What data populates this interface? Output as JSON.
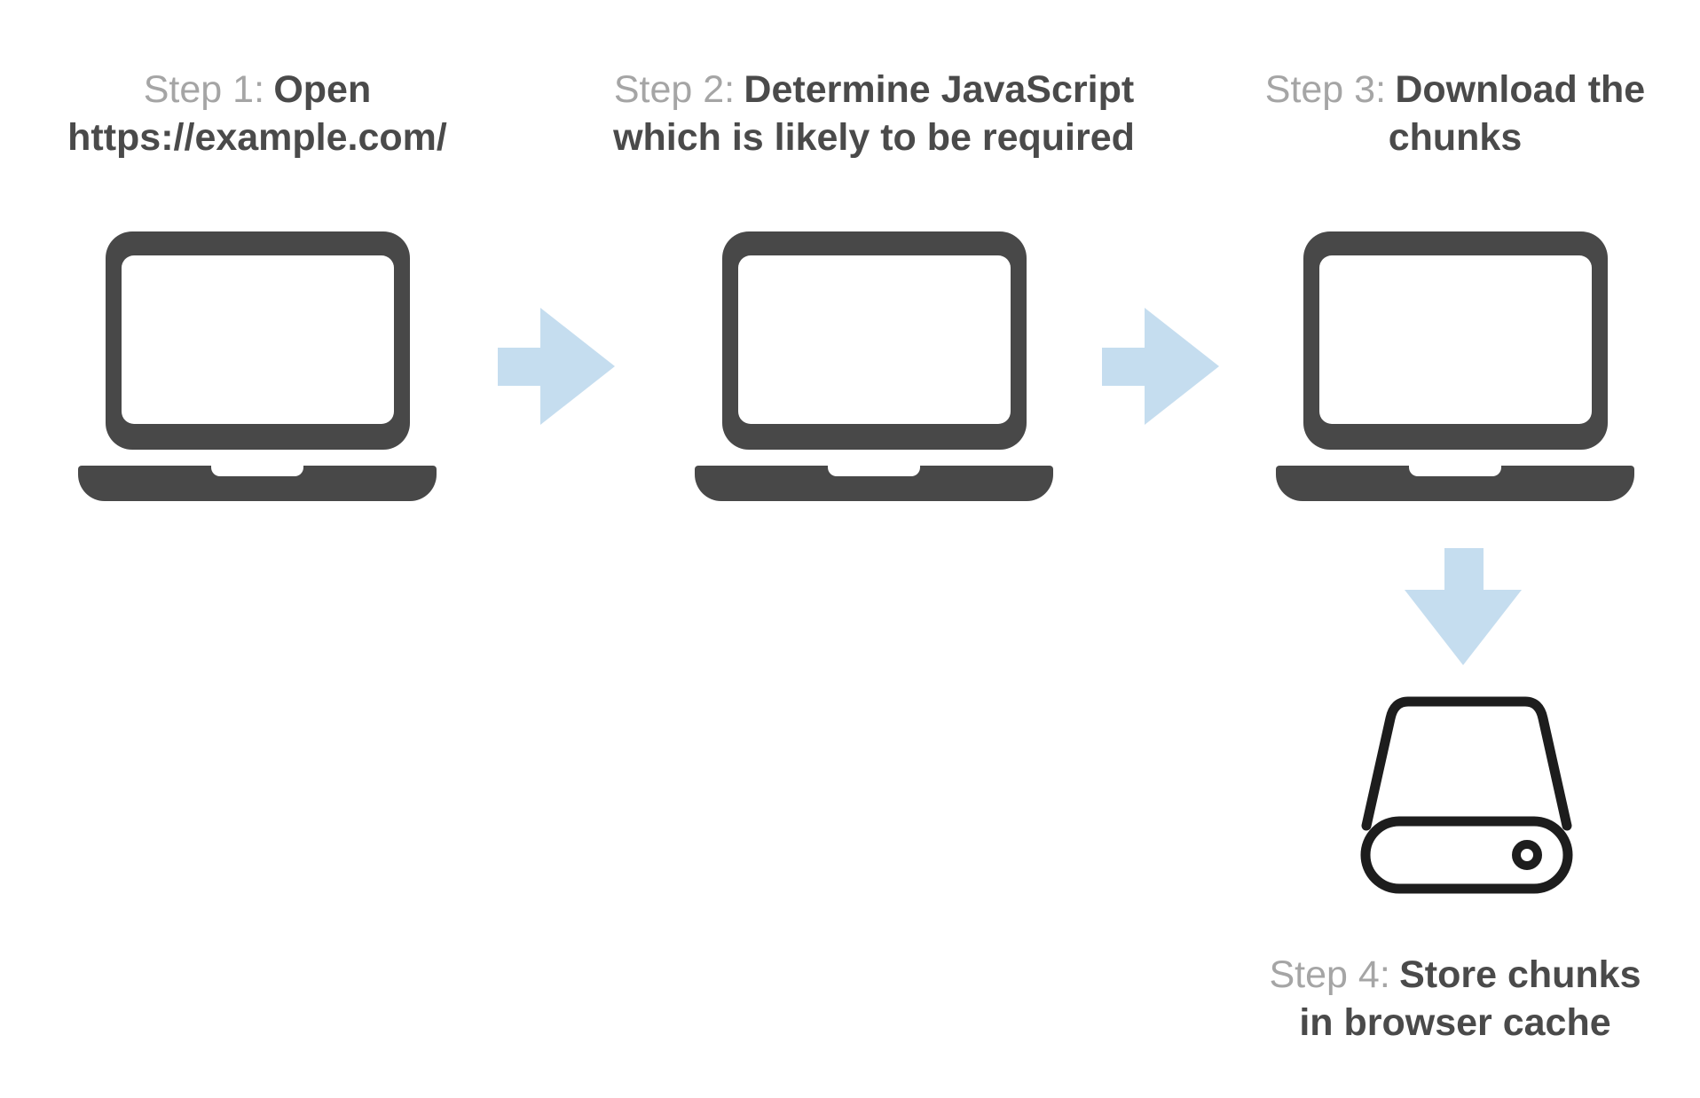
{
  "diagram": {
    "background": "#ffffff",
    "colors": {
      "laptop_fill": "#484848",
      "arrow_fill": "#c5ddef",
      "step_label_gray": "#a5a5a5",
      "step_title_dark": "#4a4a4a",
      "drive_outline": "#1d1d1d"
    },
    "steps": [
      {
        "label": "Step 1:",
        "title_line1": "Open",
        "title_line2": "https://example.com/",
        "icon": "laptop-icon"
      },
      {
        "label": "Step 2:",
        "title_line1": "Determine JavaScript",
        "title_line2": "which is likely to be required",
        "icon": "laptop-icon"
      },
      {
        "label": "Step 3:",
        "title_line1": "Download the",
        "title_line2": "chunks",
        "icon": "laptop-icon"
      },
      {
        "label": "Step 4:",
        "title_line1": "Store chunks",
        "title_line2": "in browser cache",
        "icon": "hard-drive-icon"
      }
    ],
    "connectors": [
      {
        "from": "step-1",
        "to": "step-2",
        "direction": "right"
      },
      {
        "from": "step-2",
        "to": "step-3",
        "direction": "right"
      },
      {
        "from": "step-3",
        "to": "step-4",
        "direction": "down"
      }
    ]
  }
}
